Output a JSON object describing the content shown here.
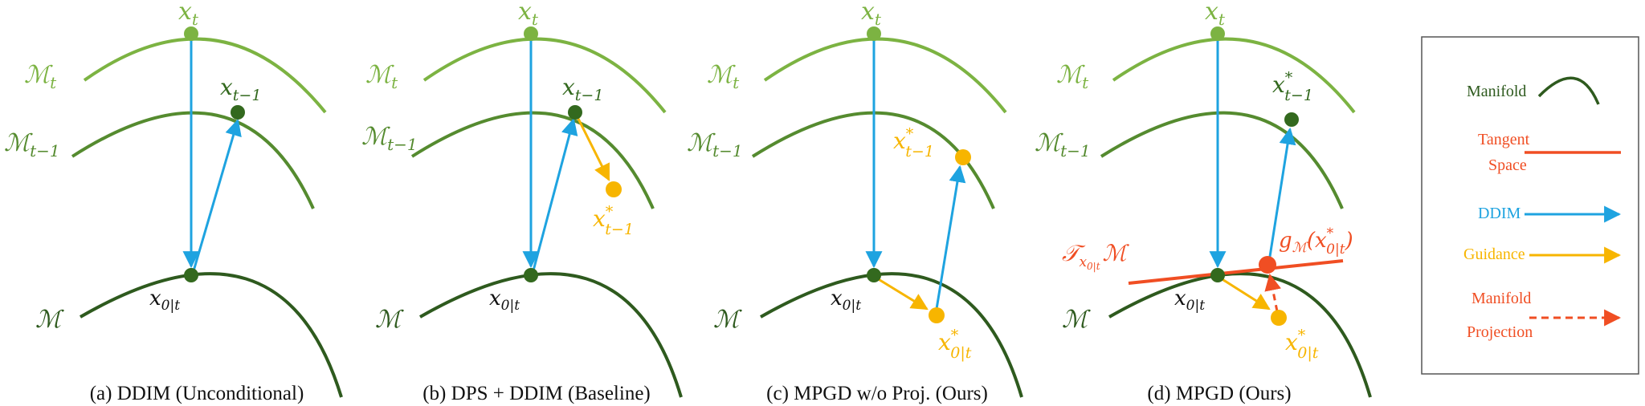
{
  "colors": {
    "manifold_t": "#7cb342",
    "manifold_t1": "#558b2f",
    "manifold_0": "#2e5a1e",
    "ddim": "#1ea3e0",
    "guidance": "#f7b500",
    "tangent": "#f04e23",
    "node_dark": "#33691e",
    "node_top": "#7cb342"
  },
  "labels": {
    "x_t": "x",
    "x_t_sub": "t",
    "x_t1": "x",
    "x_t1_sub": "t−1",
    "x_t1_star": "x",
    "star": "*",
    "x0t": "x",
    "x0t_sub": "0|t",
    "M": "ℳ",
    "M_t_sub": "t",
    "M_t1_sub": "t−1",
    "tangent_T": "𝒯",
    "tangent_sub": "x",
    "tangent_subsub": "0|t",
    "tangent_M": "ℳ",
    "g": "g",
    "g_sub": "ℳ",
    "g_arg": "(x",
    "g_arg_close": ")"
  },
  "panels": [
    {
      "caption": "(a) DDIM (Unconditional)"
    },
    {
      "caption": "(b) DPS + DDIM (Baseline)"
    },
    {
      "caption": "(c) MPGD w/o Proj. (Ours)"
    },
    {
      "caption": "(d) MPGD (Ours)"
    }
  ],
  "legend": {
    "manifold": "Manifold",
    "tangent_line1": "Tangent",
    "tangent_line2": "Space",
    "ddim": "DDIM",
    "guidance": "Guidance",
    "projection_line1": "Manifold",
    "projection_line2": "Projection"
  }
}
